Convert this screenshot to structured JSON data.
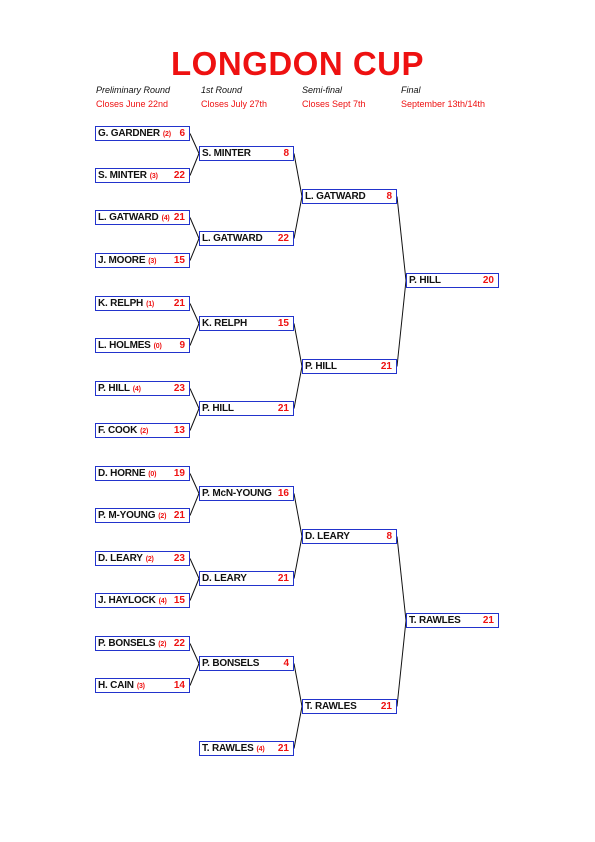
{
  "title": "LONGDON CUP",
  "rounds": [
    {
      "name": "Preliminary Round",
      "closes": "Closes June 22nd"
    },
    {
      "name": "1st Round",
      "closes": "Closes July 27th"
    },
    {
      "name": "Semi-final",
      "closes": "Closes Sept 7th"
    },
    {
      "name": "Final",
      "closes": "September 13th/14th"
    }
  ],
  "preliminary": [
    {
      "name": "G. GARDNER",
      "seed": "(2)",
      "score": "6"
    },
    {
      "name": "S. MINTER",
      "seed": "(3)",
      "score": "22"
    },
    {
      "name": "L. GATWARD",
      "seed": "(4)",
      "score": "21"
    },
    {
      "name": "J. MOORE",
      "seed": "(3)",
      "score": "15"
    },
    {
      "name": "K. RELPH",
      "seed": "(1)",
      "score": "21"
    },
    {
      "name": "L. HOLMES",
      "seed": "(0)",
      "score": "9"
    },
    {
      "name": "P. HILL",
      "seed": "(4)",
      "score": "23"
    },
    {
      "name": "F. COOK",
      "seed": "(2)",
      "score": "13"
    },
    {
      "name": "D. HORNE",
      "seed": "(0)",
      "score": "19"
    },
    {
      "name": "P. M-YOUNG",
      "seed": "(2)",
      "score": "21"
    },
    {
      "name": "D. LEARY",
      "seed": "(2)",
      "score": "23"
    },
    {
      "name": "J. HAYLOCK",
      "seed": "(4)",
      "score": "15"
    },
    {
      "name": "P. BONSELS",
      "seed": "(2)",
      "score": "22"
    },
    {
      "name": "H. CAIN",
      "seed": "(3)",
      "score": "14"
    }
  ],
  "first_round": [
    {
      "name": "S. MINTER",
      "score": "8"
    },
    {
      "name": "L. GATWARD",
      "score": "22"
    },
    {
      "name": "K. RELPH",
      "score": "15"
    },
    {
      "name": "P. HILL",
      "score": "21"
    },
    {
      "name": "P. McN-YOUNG",
      "score": "16"
    },
    {
      "name": "D. LEARY",
      "score": "21"
    },
    {
      "name": "P. BONSELS",
      "score": "4"
    },
    {
      "name": "T. RAWLES",
      "seed": "(4)",
      "score": "21"
    }
  ],
  "semi_final": [
    {
      "name": "L. GATWARD",
      "score": "8"
    },
    {
      "name": "P. HILL",
      "score": "21"
    },
    {
      "name": "D. LEARY",
      "score": "8"
    },
    {
      "name": "T. RAWLES",
      "score": "21"
    }
  ],
  "final": [
    {
      "name": "P. HILL",
      "score": "20"
    },
    {
      "name": "T. RAWLES",
      "score": "21"
    }
  ]
}
